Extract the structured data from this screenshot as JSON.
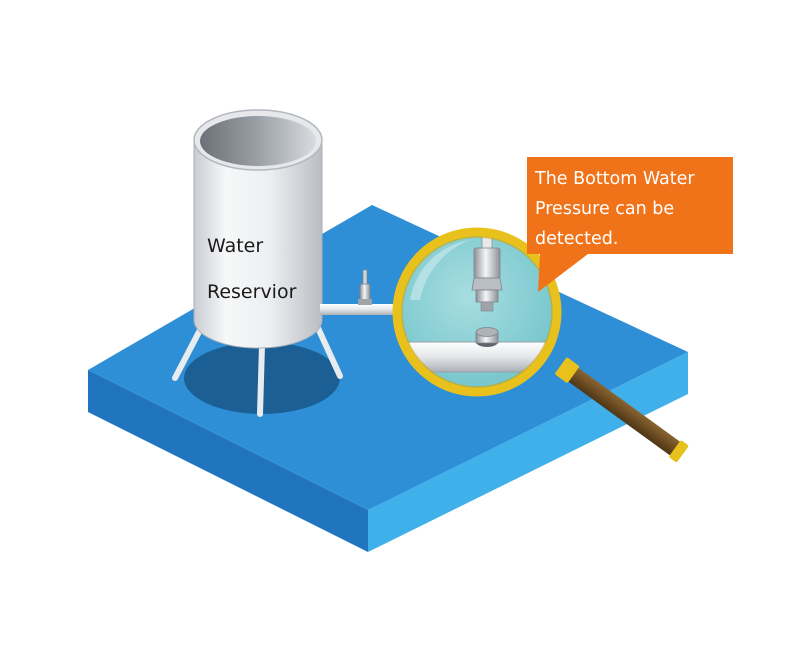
{
  "tank": {
    "label_line1": "Water",
    "label_line2": "Reservior"
  },
  "callout": {
    "line1": "The Bottom Water",
    "line2": "Pressure can be",
    "line3": "detected."
  },
  "colors": {
    "platform_top": "#2f8fd6",
    "platform_left": "#1f74bd",
    "platform_right": "#3fb0ea",
    "tank_body": "#f2f3f5",
    "lens_fill": "#7ccbd1",
    "lens_ring": "#e8c11c",
    "handle": "#6b4a22",
    "callout_bg": "#f0731a",
    "callout_text": "#ffffff"
  },
  "icons": [
    "water-tank",
    "pressure-sensor",
    "pipe",
    "magnifying-glass"
  ]
}
